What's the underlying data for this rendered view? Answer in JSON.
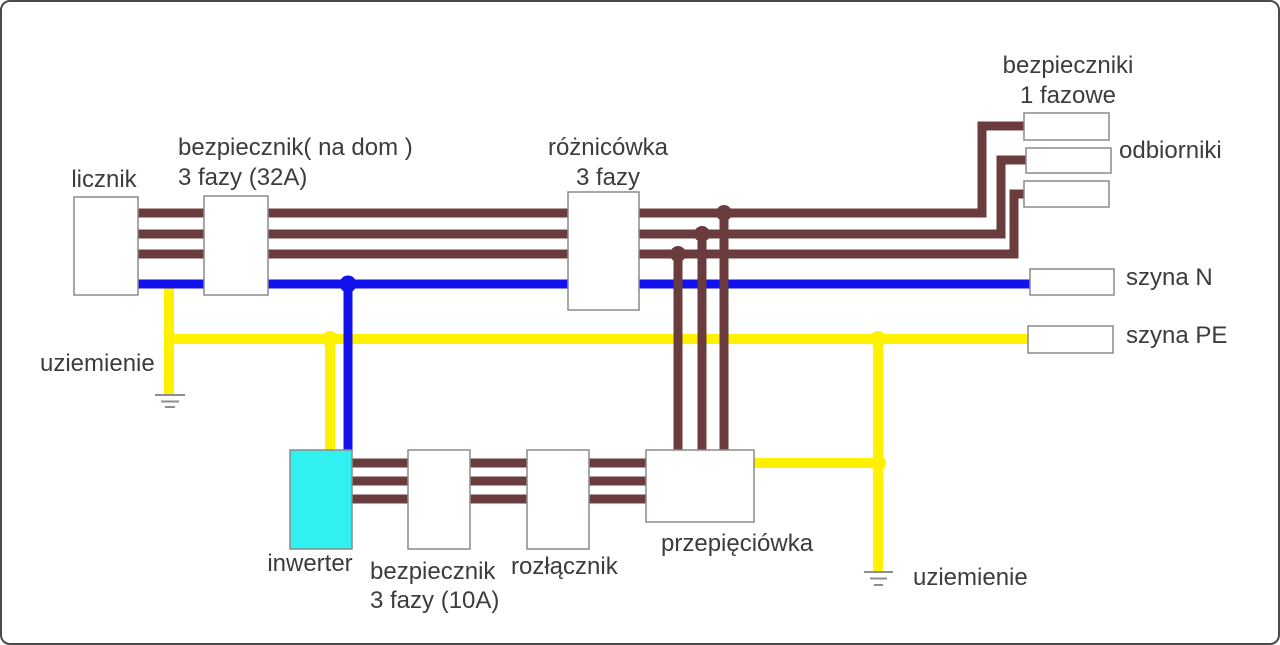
{
  "labels": {
    "meter": "licznik",
    "main_fuse_line1": "bezpiecznik( na dom )",
    "main_fuse_line2": "3 fazy (32A)",
    "rcd_line1": "różnicówka",
    "rcd_line2": "3 fazy",
    "single_phase_fuses_line1": "bezpieczniki",
    "single_phase_fuses_line2": "1 fazowe",
    "loads": "odbiorniki",
    "n_bus": "szyna N",
    "pe_bus": "szyna PE",
    "grounding_left": "uziemienie",
    "grounding_right": "uziemienie",
    "inverter": "inwerter",
    "inverter_fuse_line1": "bezpiecznik",
    "inverter_fuse_line2": "3 fazy (10A)",
    "disconnector": "rozłącznik",
    "surge_protector": "przepięciówka"
  },
  "colors": {
    "phase": "#6B3C3E",
    "neutral": "#1212EE",
    "earth": "#FFF100",
    "inverter_fill": "#30F0F0",
    "box_border": "#8A8A8A",
    "text": "#3C3C3C",
    "ground_symbol": "#8E8E8E"
  }
}
